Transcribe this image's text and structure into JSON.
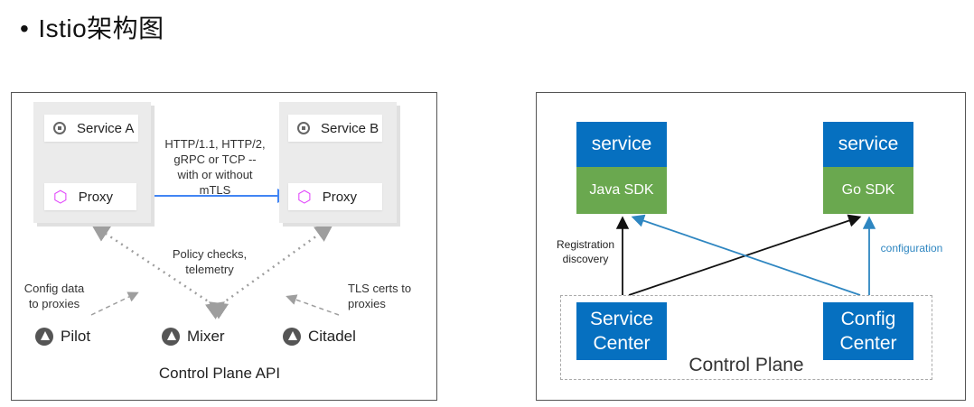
{
  "title": {
    "bullet": "•",
    "text": "Istio架构图"
  },
  "istio": {
    "service_a": "Service A",
    "service_b": "Service B",
    "proxy_a": "Proxy",
    "proxy_b": "Proxy",
    "protocol_label": [
      "HTTP/1.1, HTTP/2,",
      "gRPC or TCP --",
      "with or without",
      "mTLS"
    ],
    "policy_label": [
      "Policy checks,",
      "telemetry"
    ],
    "config_label": [
      "Config data",
      "to proxies"
    ],
    "tls_label": [
      "TLS certs to",
      "proxies"
    ],
    "pilot": "Pilot",
    "mixer": "Mixer",
    "citadel": "Citadel",
    "control_plane_api": "Control Plane API",
    "colors": {
      "arrow": "#4285f4",
      "proxy_icon": "#e040fb",
      "dotted": "#9e9e9e"
    }
  },
  "cse": {
    "service_left": {
      "top": "service",
      "sdk": "Java SDK"
    },
    "service_right": {
      "top": "service",
      "sdk": "Go SDK"
    },
    "registration_label": [
      "Registration",
      "discovery"
    ],
    "configuration_label": "configuration",
    "service_center": [
      "Service",
      "Center"
    ],
    "config_center": [
      "Config",
      "Center"
    ],
    "control_plane": "Control Plane",
    "colors": {
      "blue": "#0670c0",
      "green": "#6aa84f",
      "config_arrow": "#2e86c1"
    }
  }
}
